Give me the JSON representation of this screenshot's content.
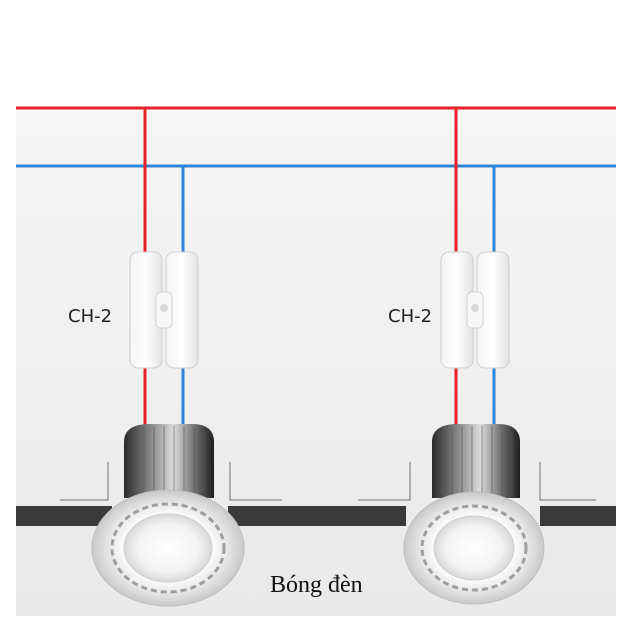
{
  "diagram": {
    "connectors": [
      {
        "label": "CH-2"
      },
      {
        "label": "CH-2"
      }
    ],
    "lamp_caption": "Bóng đèn",
    "colors": {
      "live_wire": "#e8202a",
      "neutral_wire": "#2f86d6",
      "ceiling_bar": "#3a3a3a",
      "wall_background": "#f1f1f1"
    }
  }
}
